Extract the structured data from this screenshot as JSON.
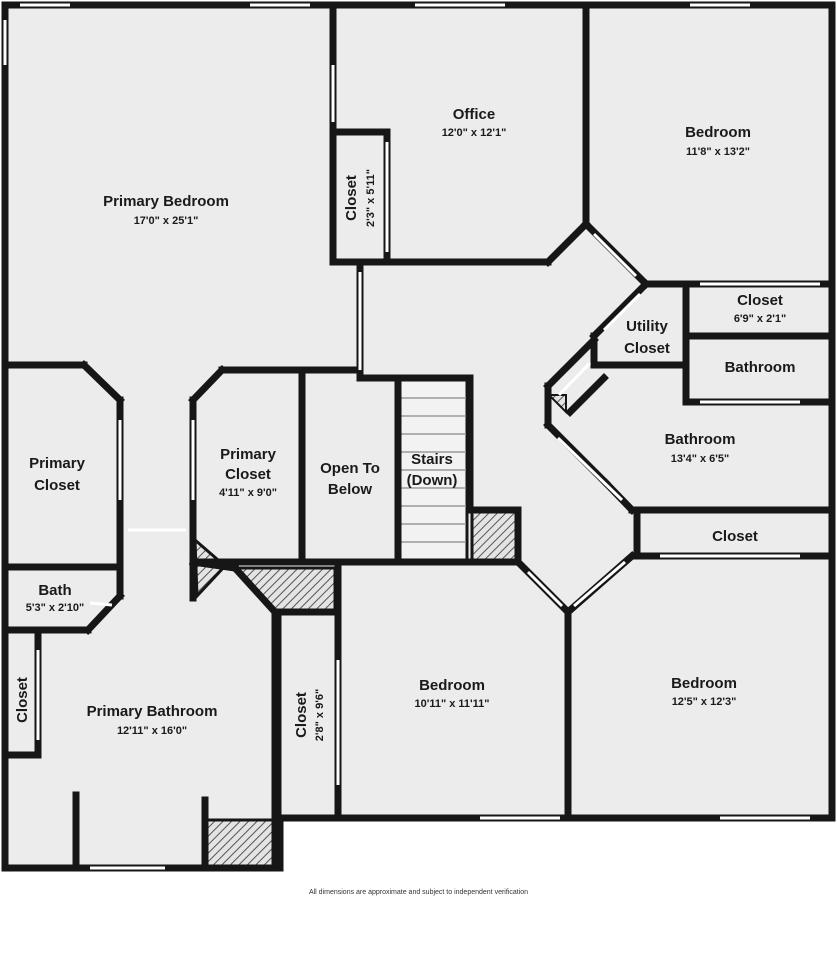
{
  "colors": {
    "wall": "#161616",
    "floor": "#eeeeee",
    "window": "#ffffff",
    "hatch": "#666666"
  },
  "rooms": {
    "primary_bedroom": {
      "name": "Primary Bedroom",
      "dim": "17'0\" x 25'1\""
    },
    "office": {
      "name": "Office",
      "dim": "12'0\" x 12'1\""
    },
    "office_closet": {
      "name": "Closet",
      "dim": "2'3\" x 5'11\""
    },
    "bedroom_ne": {
      "name": "Bedroom",
      "dim": "11'8\" x 13'2\""
    },
    "closet_east_upper": {
      "name": "Closet",
      "dim": "6'9\" x 2'1\""
    },
    "utility_closet": {
      "name_line1": "Utility",
      "name_line2": "Closet"
    },
    "bathroom_small": {
      "name": "Bathroom"
    },
    "bathroom_east": {
      "name": "Bathroom",
      "dim": "13'4\" x 6'5\""
    },
    "closet_east_lower": {
      "name": "Closet"
    },
    "primary_closet_west": {
      "name_line1": "Primary",
      "name_line2": "Closet"
    },
    "primary_closet_center": {
      "name_line1": "Primary",
      "name_line2": "Closet",
      "dim": "4'11\" x 9'0\""
    },
    "open_to_below": {
      "name_line1": "Open To",
      "name_line2": "Below"
    },
    "stairs": {
      "name_line1": "Stairs",
      "name_line2": "(Down)"
    },
    "bath": {
      "name": "Bath",
      "dim": "5'3\" x 2'10\""
    },
    "closet_bath": {
      "name": "Closet"
    },
    "primary_bathroom": {
      "name": "Primary Bathroom",
      "dim": "12'11\" x 16'0\""
    },
    "closet_center": {
      "name": "Closet",
      "dim": "2'8\" x 9'6\""
    },
    "bedroom_center": {
      "name": "Bedroom",
      "dim": "10'11\" x 11'11\""
    },
    "bedroom_se": {
      "name": "Bedroom",
      "dim": "12'5\" x 12'3\""
    }
  },
  "disclaimer": "All dimensions are approximate and subject to independent verification"
}
